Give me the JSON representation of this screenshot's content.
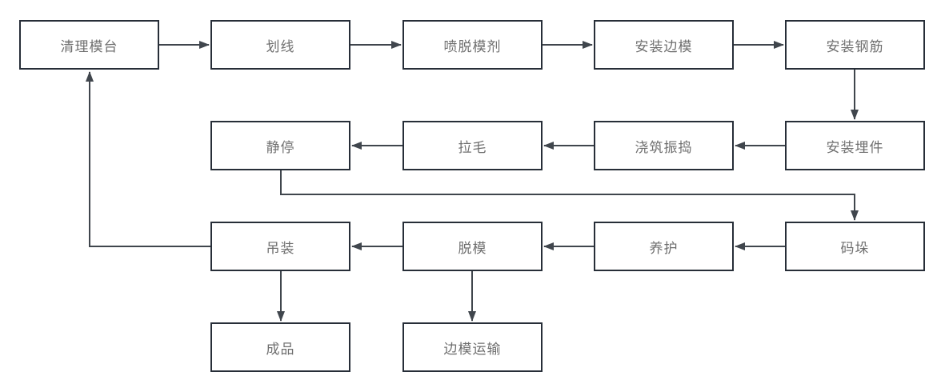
{
  "diagram": {
    "title": "precast-concrete-production-flowchart",
    "colors": {
      "background": "#ffffff",
      "node_fill": "#ffffff",
      "node_border": "#272e38",
      "node_text": "#6f6f6f",
      "arrow": "#40464d"
    },
    "nodes": [
      {
        "id": "qingli-motai",
        "label": "清理模台",
        "row": 1,
        "col": 1
      },
      {
        "id": "huaxian",
        "label": "划线",
        "row": 1,
        "col": 2
      },
      {
        "id": "pen-tuomoji",
        "label": "喷脱模剂",
        "row": 1,
        "col": 3
      },
      {
        "id": "anzhuang-bianmo",
        "label": "安装边模",
        "row": 1,
        "col": 4
      },
      {
        "id": "anzhuang-gangjin",
        "label": "安装钢筋",
        "row": 1,
        "col": 5
      },
      {
        "id": "anzhuang-maijian",
        "label": "安装埋件",
        "row": 2,
        "col": 5
      },
      {
        "id": "jiaozhu-zhendao",
        "label": "浇筑振捣",
        "row": 2,
        "col": 4
      },
      {
        "id": "lamao",
        "label": "拉毛",
        "row": 2,
        "col": 3
      },
      {
        "id": "jingting",
        "label": "静停",
        "row": 2,
        "col": 2
      },
      {
        "id": "maduo",
        "label": "码垛",
        "row": 3,
        "col": 5
      },
      {
        "id": "yanghu",
        "label": "养护",
        "row": 3,
        "col": 4
      },
      {
        "id": "tuomo",
        "label": "脱模",
        "row": 3,
        "col": 3
      },
      {
        "id": "diaozhuang",
        "label": "吊装",
        "row": 3,
        "col": 2
      },
      {
        "id": "chengpin",
        "label": "成品",
        "row": 4,
        "col": 2
      },
      {
        "id": "bianmo-yunshu",
        "label": "边模运输",
        "row": 4,
        "col": 3
      }
    ],
    "edges": [
      {
        "from": "清理模台",
        "to": "划线"
      },
      {
        "from": "划线",
        "to": "喷脱模剂"
      },
      {
        "from": "喷脱模剂",
        "to": "安装边模"
      },
      {
        "from": "安装边模",
        "to": "安装钢筋"
      },
      {
        "from": "安装钢筋",
        "to": "安装埋件"
      },
      {
        "from": "安装埋件",
        "to": "浇筑振捣"
      },
      {
        "from": "浇筑振捣",
        "to": "拉毛"
      },
      {
        "from": "拉毛",
        "to": "静停"
      },
      {
        "from": "静停",
        "to": "码垛"
      },
      {
        "from": "码垛",
        "to": "养护"
      },
      {
        "from": "养护",
        "to": "脱模"
      },
      {
        "from": "脱模",
        "to": "吊装"
      },
      {
        "from": "吊装",
        "to": "清理模台"
      },
      {
        "from": "吊装",
        "to": "成品"
      },
      {
        "from": "脱模",
        "to": "边模运输"
      }
    ]
  }
}
